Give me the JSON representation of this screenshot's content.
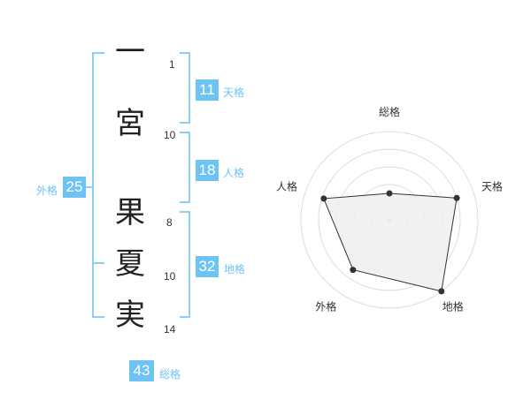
{
  "name": {
    "characters": [
      {
        "char": "一",
        "strokes": "1"
      },
      {
        "char": "宮",
        "strokes": "10"
      },
      {
        "char": "果",
        "strokes": "8"
      },
      {
        "char": "夏",
        "strokes": "10"
      },
      {
        "char": "実",
        "strokes": "14"
      }
    ]
  },
  "fortune": {
    "tenkaku": {
      "value": "11",
      "label": "天格"
    },
    "jinkaku": {
      "value": "18",
      "label": "人格"
    },
    "chikaku": {
      "value": "32",
      "label": "地格"
    },
    "gaikaku": {
      "value": "25",
      "label": "外格"
    },
    "soukaku": {
      "value": "43",
      "label": "総格"
    }
  },
  "chart_data": {
    "type": "radar",
    "axes": [
      "総格",
      "天格",
      "地格",
      "外格",
      "人格"
    ],
    "values": [
      1.5,
      4,
      5,
      3.5,
      3.9
    ],
    "max": 5,
    "rings": 5,
    "colors": {
      "fill": "#efefef",
      "line": "#333333",
      "grid": "#dddddd",
      "accent": "#6ec3f5"
    }
  }
}
